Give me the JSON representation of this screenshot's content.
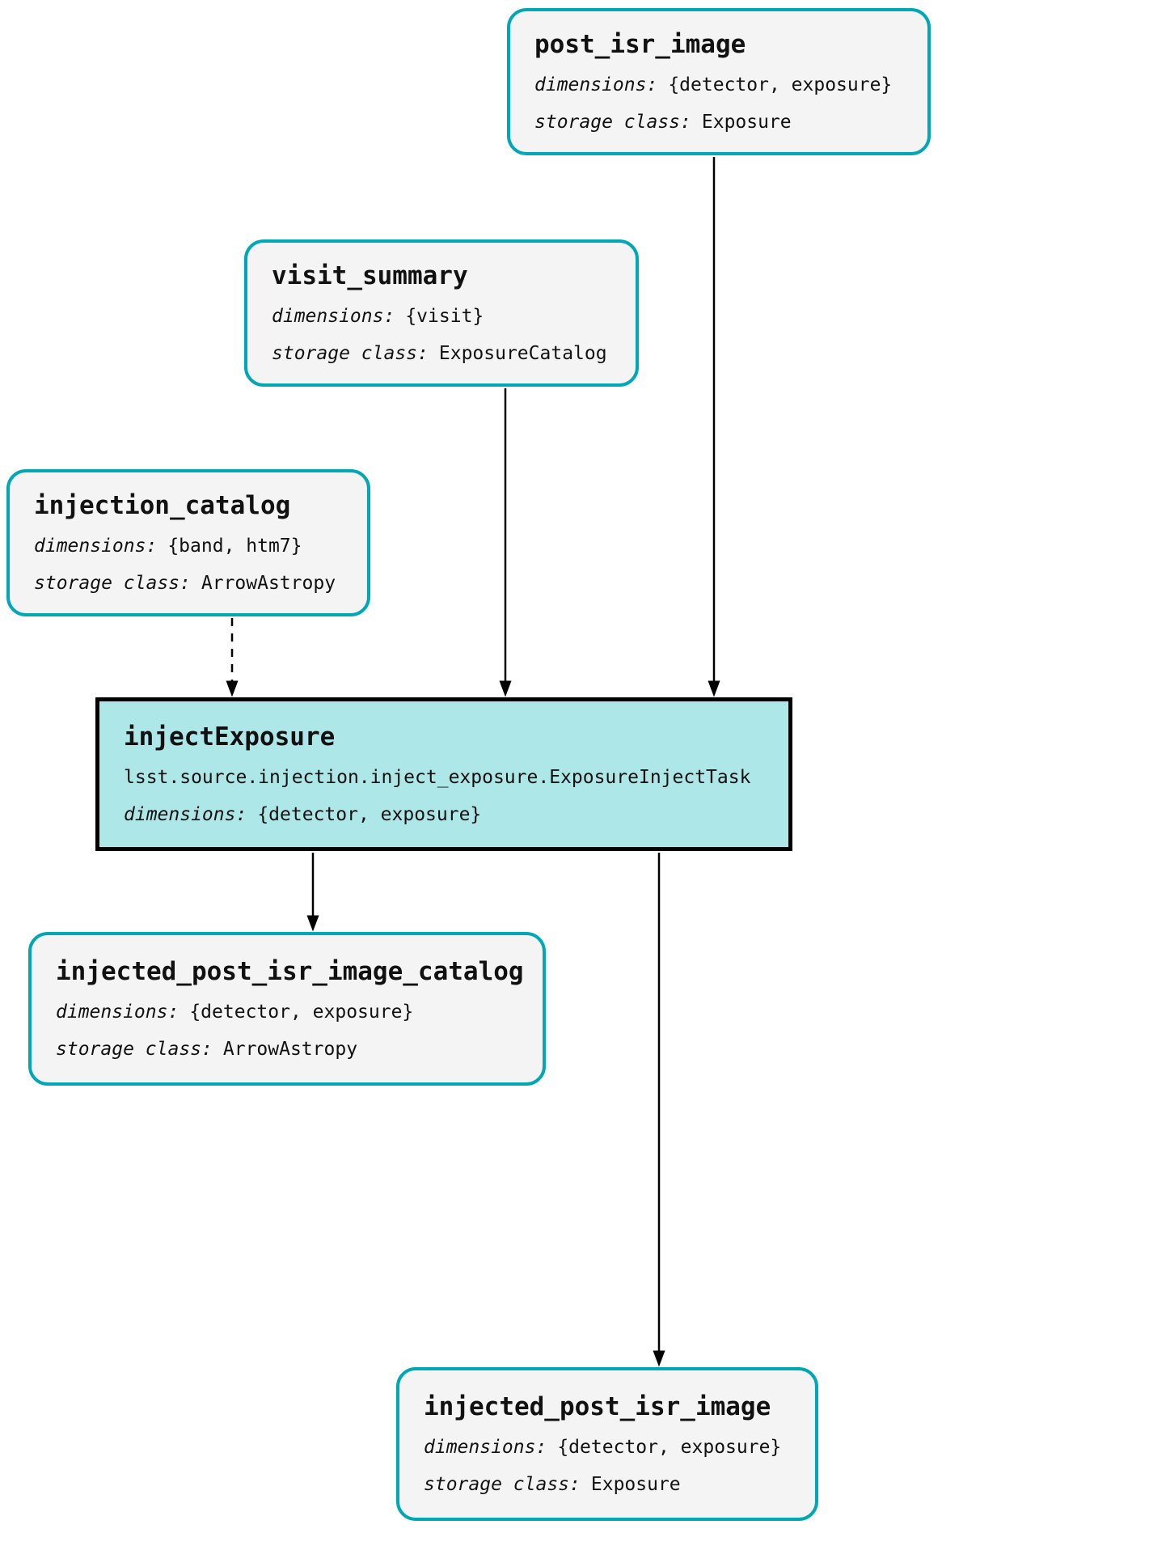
{
  "colors": {
    "dataset_border": "#00A7B5",
    "dataset_fill": "#F4F4F4",
    "task_border": "#000000",
    "task_fill": "#AEE7E7",
    "edge": "#000000",
    "text": "#111111",
    "background": "#FFFFFF"
  },
  "nodes": [
    {
      "id": "post_isr_image",
      "type": "dataset",
      "title": "post_isr_image",
      "fields": [
        {
          "label": "dimensions:",
          "value": "{detector, exposure}"
        },
        {
          "label": "storage class:",
          "value": "Exposure"
        }
      ]
    },
    {
      "id": "visit_summary",
      "type": "dataset",
      "title": "visit_summary",
      "fields": [
        {
          "label": "dimensions:",
          "value": "{visit}"
        },
        {
          "label": "storage class:",
          "value": "ExposureCatalog"
        }
      ]
    },
    {
      "id": "injection_catalog",
      "type": "dataset",
      "title": "injection_catalog",
      "fields": [
        {
          "label": "dimensions:",
          "value": "{band, htm7}"
        },
        {
          "label": "storage class:",
          "value": "ArrowAstropy"
        }
      ]
    },
    {
      "id": "injectExposure",
      "type": "task",
      "title": "injectExposure",
      "task_class": "lsst.source.injection.inject_exposure.ExposureInjectTask",
      "fields": [
        {
          "label": "dimensions:",
          "value": "{detector, exposure}"
        }
      ]
    },
    {
      "id": "injected_post_isr_image_catalog",
      "type": "dataset",
      "title": "injected_post_isr_image_catalog",
      "fields": [
        {
          "label": "dimensions:",
          "value": "{detector, exposure}"
        },
        {
          "label": "storage class:",
          "value": "ArrowAstropy"
        }
      ]
    },
    {
      "id": "injected_post_isr_image",
      "type": "dataset",
      "title": "injected_post_isr_image",
      "fields": [
        {
          "label": "dimensions:",
          "value": "{detector, exposure}"
        },
        {
          "label": "storage class:",
          "value": "Exposure"
        }
      ]
    }
  ],
  "edges": [
    {
      "from": "post_isr_image",
      "to": "injectExposure",
      "style": "solid"
    },
    {
      "from": "visit_summary",
      "to": "injectExposure",
      "style": "solid"
    },
    {
      "from": "injection_catalog",
      "to": "injectExposure",
      "style": "dashed"
    },
    {
      "from": "injectExposure",
      "to": "injected_post_isr_image_catalog",
      "style": "solid"
    },
    {
      "from": "injectExposure",
      "to": "injected_post_isr_image",
      "style": "solid"
    }
  ]
}
